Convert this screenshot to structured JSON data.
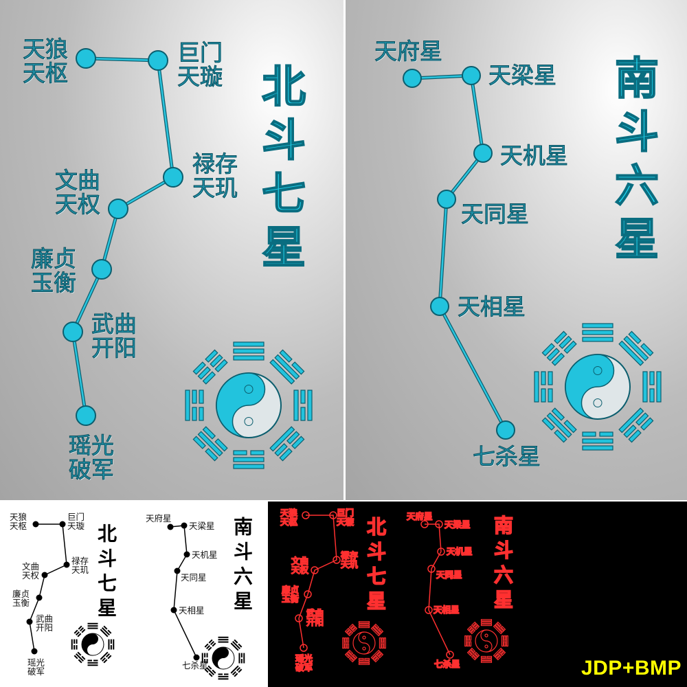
{
  "north": {
    "title": "北斗七星",
    "labels": {
      "tianshu": "天狼\n天枢",
      "tianxuan": "巨门\n天璇",
      "tianji": "禄存\n天玑",
      "tianquan": "文曲\n天权",
      "yuheng": "廉贞\n玉衡",
      "kaiyang": "武曲\n开阳",
      "yaoguang": "瑶光\n破军"
    }
  },
  "south": {
    "title": "南斗六星",
    "labels": {
      "tianfu": "天府星",
      "tianliang": "天梁星",
      "tianji": "天机星",
      "tiantong": "天同星",
      "tianxiang": "天相星",
      "qisha": "七杀星"
    }
  },
  "format_label": "JDP+BMP",
  "colors": {
    "metal_cyan": "#22c3dd",
    "metal_dark": "#0b5e6e",
    "outline_red": "#ff3030",
    "label_yellow": "#ffff00"
  },
  "icons": [
    "taiji-bagua-icon"
  ]
}
